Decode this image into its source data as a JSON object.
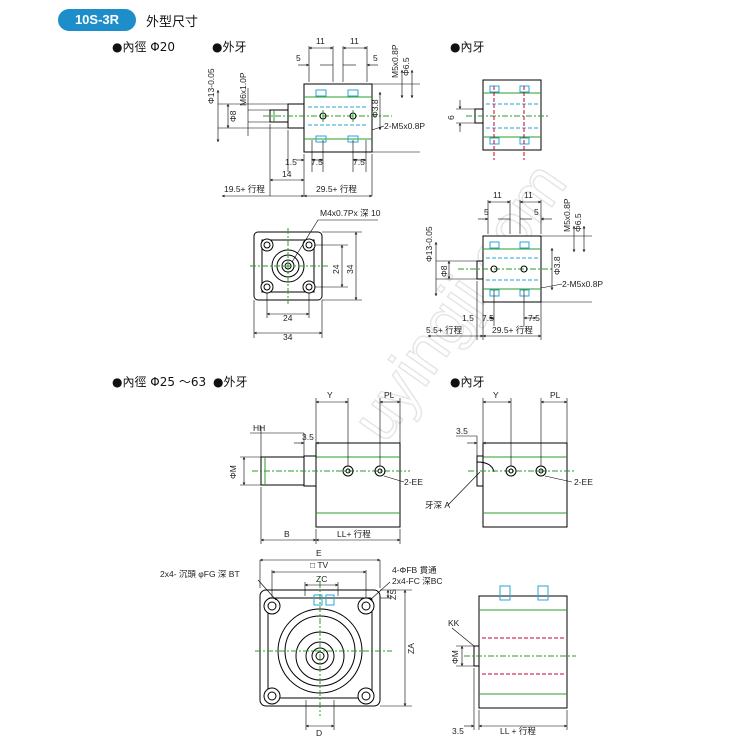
{
  "header": {
    "model_badge": "10S-3R",
    "title": "外型尺寸"
  },
  "sections": {
    "bore20": "●內徑 Φ20",
    "male_top": "●外牙",
    "female_top": "●內牙",
    "bore25_63": "●內徑 Φ25 ～63",
    "male_bottom": "●外牙",
    "female_bottom": "●內牙"
  },
  "d20_male": {
    "w11a": "11",
    "w11b": "11",
    "w5a": "5",
    "w5b": "5",
    "port_thread": "M5x0.8P",
    "phi65": "Φ6.5",
    "phi13": "Φ13-0.05",
    "rod_thread": "M6x1.0P",
    "phi8": "Φ8",
    "phi38": "Φ3.8",
    "ports": "2-M5x0.8P",
    "d15": "1.5",
    "d75a": "7.5",
    "d75b": "7.5",
    "d14": "14",
    "rod_len": "19.5+ 行程",
    "body_len": "29.5+ 行程"
  },
  "d20_face": {
    "tap": "M4x0.7Px 深 10",
    "w24": "24",
    "h24": "24",
    "h34": "34",
    "w34": "34"
  },
  "d20_female": {
    "d6": "6"
  },
  "d20_female2": {
    "w11a": "11",
    "w11b": "11",
    "w5a": "5",
    "w5b": "5",
    "port_thread": "M5x0.8P",
    "phi65": "Φ6.5",
    "phi13": "Φ13-0.05",
    "phi8": "Φ8",
    "phi38": "Φ3.8",
    "ports": "2-M5x0.8P",
    "d15": "1.5",
    "d75a": "7.5",
    "d75b": "7.5",
    "rod_len": "5.5+ 行程",
    "body_len": "29.5+ 行程"
  },
  "big_male": {
    "Y": "Y",
    "PL": "PL",
    "HH": "HH",
    "d35": "3.5",
    "PhiM": "ΦM",
    "ports": "2-EE",
    "B": "B",
    "LL": "LL+ 行程"
  },
  "big_female": {
    "Y": "Y",
    "PL": "PL",
    "d35": "3.5",
    "ports": "2-EE",
    "thread": "牙深 A"
  },
  "big_face": {
    "E": "E",
    "TV": "□ TV",
    "ZC": "ZC",
    "counterbore": "2x4- 沉頭 φFG 深 BT",
    "fb": "4-ΦFB 貫通",
    "fc": "2x4-FC 深BC",
    "ZS": "ZS",
    "ZA": "ZA",
    "D": "D"
  },
  "big_side": {
    "KK": "KK",
    "PhiM": "ΦM",
    "d35": "3.5",
    "LL": "LL + 行程"
  }
}
